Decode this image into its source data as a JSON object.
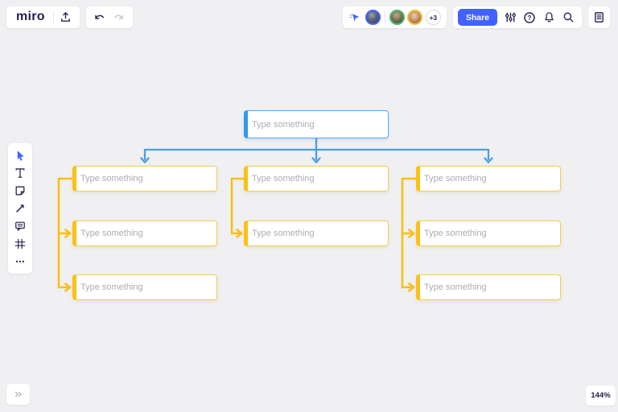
{
  "header": {
    "logo": "miro",
    "export_icon": "export-icon",
    "undo_icon": "undo-icon",
    "redo_icon": "redo-icon",
    "collaborators": {
      "follow_icon": "follow-cursor-icon",
      "avatars": [
        "avatar-1",
        "avatar-2",
        "avatar-3"
      ],
      "extra_count": "+3"
    },
    "share_label": "Share",
    "action_icons": [
      "adjust-sliders-icon",
      "help-icon",
      "notifications-bell-icon",
      "search-icon"
    ],
    "notes_icon": "notes-icon"
  },
  "tools_sidebar": {
    "items": [
      {
        "name": "select-tool",
        "icon": "cursor-icon",
        "active": true
      },
      {
        "name": "text-tool",
        "icon": "text-icon"
      },
      {
        "name": "sticky-note-tool",
        "icon": "sticky-note-icon"
      },
      {
        "name": "connector-tool",
        "icon": "arrow-icon"
      },
      {
        "name": "comment-tool",
        "icon": "comment-icon"
      },
      {
        "name": "frame-tool",
        "icon": "frame-icon"
      },
      {
        "name": "more-tools",
        "icon": "ellipsis-icon"
      }
    ]
  },
  "canvas": {
    "root": {
      "placeholder": "Type something"
    },
    "columns": [
      {
        "nodes": [
          {
            "placeholder": "Type something"
          },
          {
            "placeholder": "Type something"
          },
          {
            "placeholder": "Type something"
          }
        ]
      },
      {
        "nodes": [
          {
            "placeholder": "Type something"
          },
          {
            "placeholder": "Type something"
          }
        ]
      },
      {
        "nodes": [
          {
            "placeholder": "Type something"
          },
          {
            "placeholder": "Type something"
          },
          {
            "placeholder": "Type something"
          }
        ]
      }
    ]
  },
  "footer": {
    "zoom_label": "144%",
    "expand_icon": "double-chevron-right-icon"
  },
  "colors": {
    "background": "#F0F0F2",
    "brand_blue": "#4262FF",
    "connector_blue": "#4A9DE8",
    "root_border": "#57A7F2",
    "root_bar": "#2F9BF0",
    "yellow_line": "#FBBE14",
    "yellow_border": "#F2CE52",
    "placeholder_text": "#ACACB5",
    "icon_navy": "#2B2851"
  }
}
